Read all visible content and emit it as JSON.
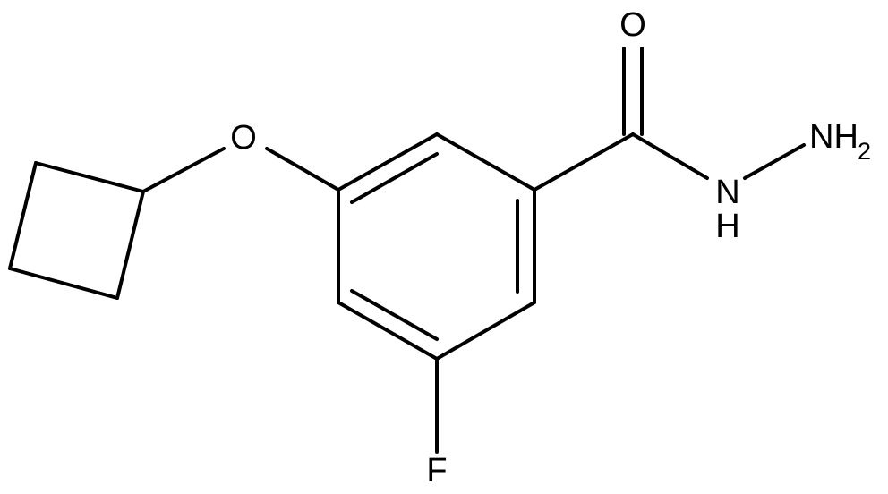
{
  "molecule": {
    "atoms": {
      "oxygen_carbonyl": "O",
      "oxygen_ether": "O",
      "nitrogen_amide": "N",
      "hydrogen_amide": "H",
      "nitrogen_terminal": "NH",
      "nh2_subscript": "2",
      "fluorine": "F"
    }
  }
}
